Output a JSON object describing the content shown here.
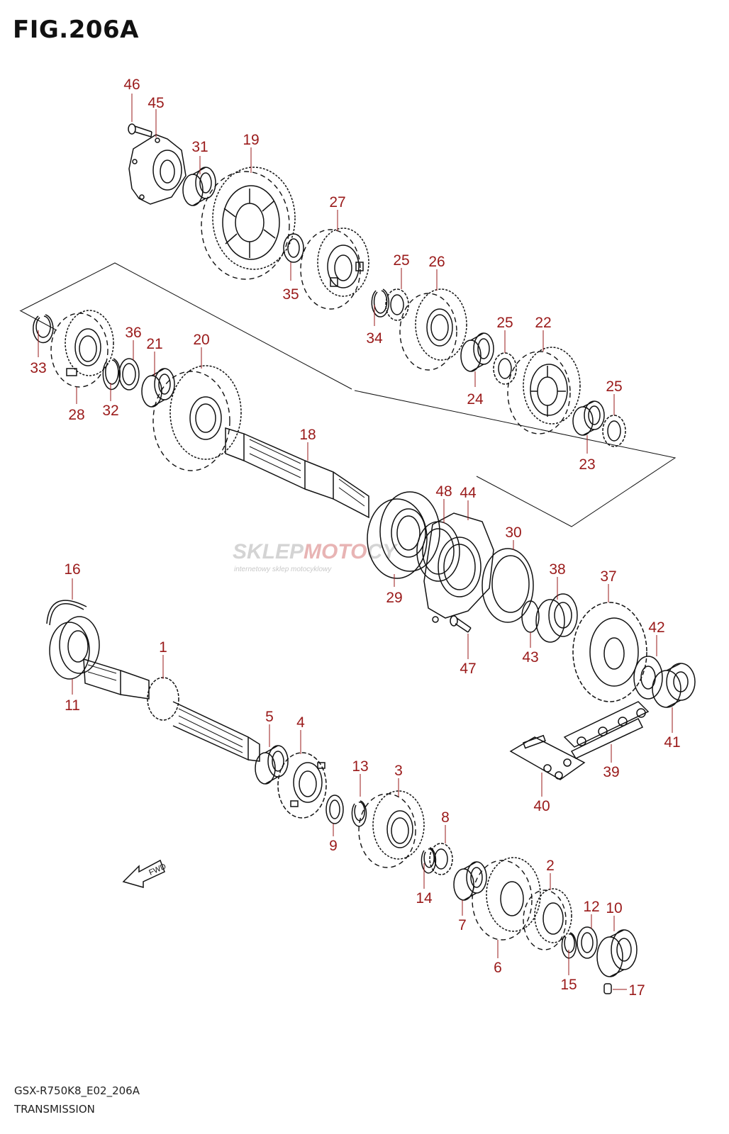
{
  "figure": {
    "title": "FIG.206A",
    "model_code": "GSX-R750K8_E02_206A",
    "caption": "TRANSMISSION",
    "fwd_label": "FWD"
  },
  "watermark": {
    "brand_a": "SKLEP",
    "brand_b": "MOTO",
    "brand_c": "CY",
    "tagline": "internetowy sklep motocyklowy",
    "colors": {
      "gray": "#d4d4d4",
      "red": "#e8b4b4"
    }
  },
  "colors": {
    "line": "#111111",
    "callout": "#9a1a1a"
  },
  "parts": [
    {
      "id": "46",
      "label": "46"
    },
    {
      "id": "45",
      "label": "45"
    },
    {
      "id": "31",
      "label": "31"
    },
    {
      "id": "19",
      "label": "19"
    },
    {
      "id": "27",
      "label": "27"
    },
    {
      "id": "35",
      "label": "35"
    },
    {
      "id": "25a",
      "label": "25"
    },
    {
      "id": "26",
      "label": "26"
    },
    {
      "id": "34",
      "label": "34"
    },
    {
      "id": "25b",
      "label": "25"
    },
    {
      "id": "22",
      "label": "22"
    },
    {
      "id": "24",
      "label": "24"
    },
    {
      "id": "25c",
      "label": "25"
    },
    {
      "id": "23",
      "label": "23"
    },
    {
      "id": "33",
      "label": "33"
    },
    {
      "id": "36",
      "label": "36"
    },
    {
      "id": "21",
      "label": "21"
    },
    {
      "id": "20",
      "label": "20"
    },
    {
      "id": "28",
      "label": "28"
    },
    {
      "id": "32",
      "label": "32"
    },
    {
      "id": "18",
      "label": "18"
    },
    {
      "id": "48",
      "label": "48"
    },
    {
      "id": "44",
      "label": "44"
    },
    {
      "id": "30",
      "label": "30"
    },
    {
      "id": "29",
      "label": "29"
    },
    {
      "id": "38",
      "label": "38"
    },
    {
      "id": "37",
      "label": "37"
    },
    {
      "id": "16",
      "label": "16"
    },
    {
      "id": "42",
      "label": "42"
    },
    {
      "id": "43",
      "label": "43"
    },
    {
      "id": "47",
      "label": "47"
    },
    {
      "id": "1",
      "label": "1"
    },
    {
      "id": "11",
      "label": "11"
    },
    {
      "id": "41",
      "label": "41"
    },
    {
      "id": "5",
      "label": "5"
    },
    {
      "id": "4",
      "label": "4"
    },
    {
      "id": "39",
      "label": "39"
    },
    {
      "id": "13",
      "label": "13"
    },
    {
      "id": "3",
      "label": "3"
    },
    {
      "id": "40",
      "label": "40"
    },
    {
      "id": "9",
      "label": "9"
    },
    {
      "id": "8",
      "label": "8"
    },
    {
      "id": "2",
      "label": "2"
    },
    {
      "id": "14",
      "label": "14"
    },
    {
      "id": "12",
      "label": "12"
    },
    {
      "id": "10",
      "label": "10"
    },
    {
      "id": "7",
      "label": "7"
    },
    {
      "id": "6",
      "label": "6"
    },
    {
      "id": "15",
      "label": "15"
    },
    {
      "id": "17",
      "label": "17"
    }
  ]
}
